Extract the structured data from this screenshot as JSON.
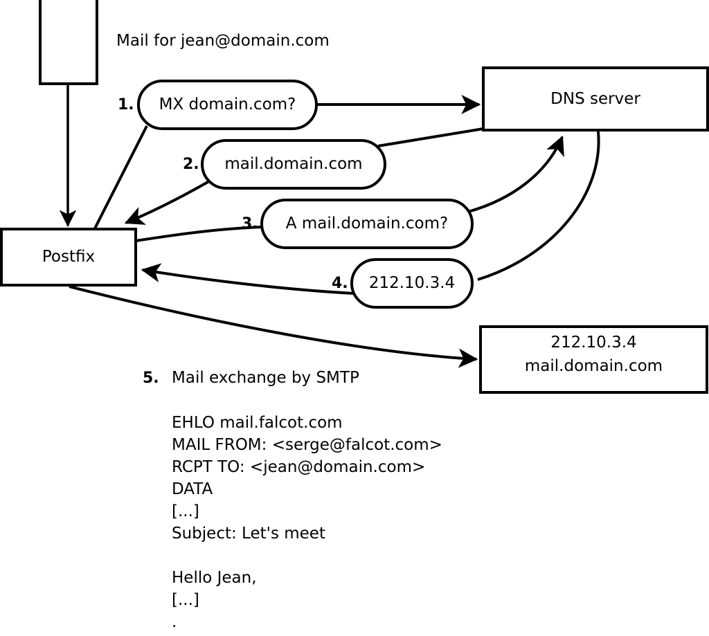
{
  "diagram": {
    "title_text": "Mail for jean@domain.com",
    "colors": {
      "stroke": "#000000",
      "fill": "#ffffff",
      "text": "#000000"
    },
    "nodes": {
      "sender_box": {
        "label": ""
      },
      "postfix": {
        "label": "Postfix"
      },
      "dns_server": {
        "label": "DNS server"
      },
      "target_server": {
        "line1": "212.10.3.4",
        "line2": "mail.domain.com"
      }
    },
    "steps": [
      {
        "number": "1.",
        "label": "MX domain.com?"
      },
      {
        "number": "2.",
        "label": "mail.domain.com"
      },
      {
        "number": "3.",
        "label": "A mail.domain.com?"
      },
      {
        "number": "4.",
        "label": "212.10.3.4"
      },
      {
        "number": "5.",
        "label": "Mail exchange by SMTP"
      }
    ],
    "smtp_transcript": [
      "EHLO mail.falcot.com",
      "MAIL FROM: <serge@falcot.com>",
      "RCPT TO: <jean@domain.com>",
      "DATA",
      "[...]",
      "Subject: Let's meet",
      "",
      "Hello Jean,",
      "[...]",
      "."
    ]
  }
}
